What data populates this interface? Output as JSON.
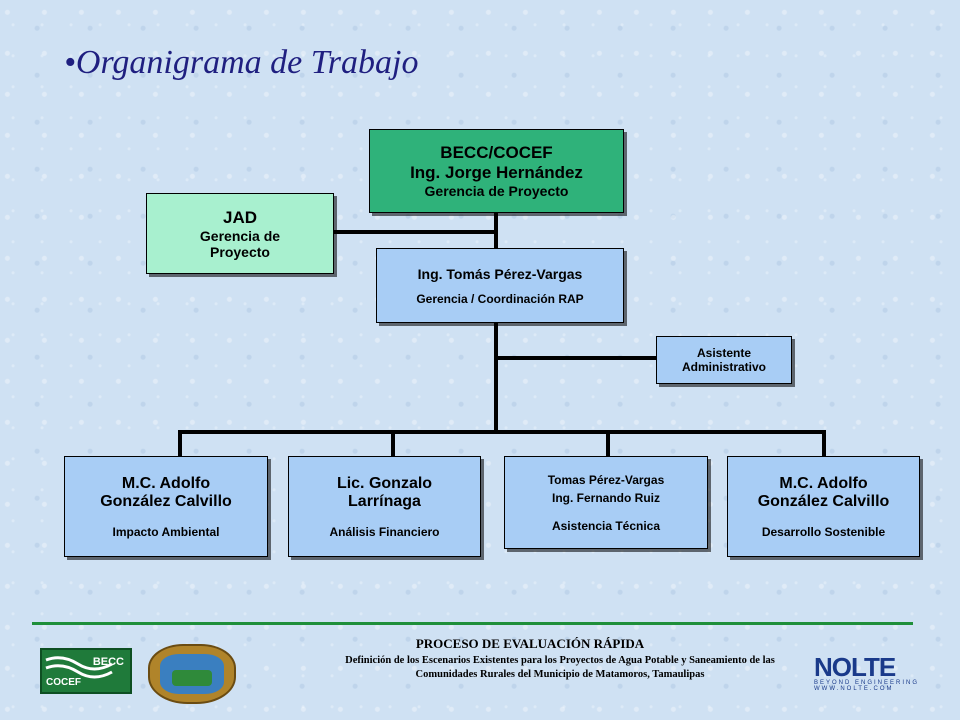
{
  "slide": {
    "title": "•Organigrama de Trabajo"
  },
  "nodes": {
    "top": {
      "line1": "BECC/COCEF",
      "line2": "Ing. Jorge Hernández",
      "line3": "Gerencia de Proyecto"
    },
    "jad": {
      "line1": "JAD",
      "line2": "Gerencia de",
      "line3": "Proyecto"
    },
    "coordinator": {
      "line1": "Ing. Tomás Pérez-Vargas",
      "line2": "Gerencia / Coordinación RAP"
    },
    "assistant": {
      "line1": "Asistente",
      "line2": "Administrativo"
    },
    "child1": {
      "line1": "M.C. Adolfo",
      "line2": "González Calvillo",
      "line3": "Impacto Ambiental"
    },
    "child2": {
      "line1": "Lic. Gonzalo",
      "line2": "Larrínaga",
      "line3": "Análisis Financiero"
    },
    "child3": {
      "line1": "Tomas Pérez-Vargas",
      "line2": "Ing. Fernando Ruiz",
      "line3": "Asistencia Técnica"
    },
    "child4": {
      "line1": "M.C. Adolfo",
      "line2": "González Calvillo",
      "line3": "Desarrollo Sostenible"
    }
  },
  "footer": {
    "title": "PROCESO DE EVALUACIÓN RÁPIDA",
    "description": "Definición de los Escenarios Existentes para los Proyectos de Agua Potable y Saneamiento de las Comunidades Rurales del Municipio de Matamoros, Tamaulipas",
    "logo_left_line1": "BECC",
    "logo_left_line2": "COCEF",
    "logo_right_name": "NOLTE",
    "logo_right_sub": "BEYOND ENGINEERING   WWW.NOLTE.COM"
  },
  "colors": {
    "title": "#1f1f80",
    "top_box": "#2fb27a",
    "jad_box": "#a8f0cf",
    "blue_box": "#a8cdf5",
    "footer_rule": "#1f8f3a"
  }
}
